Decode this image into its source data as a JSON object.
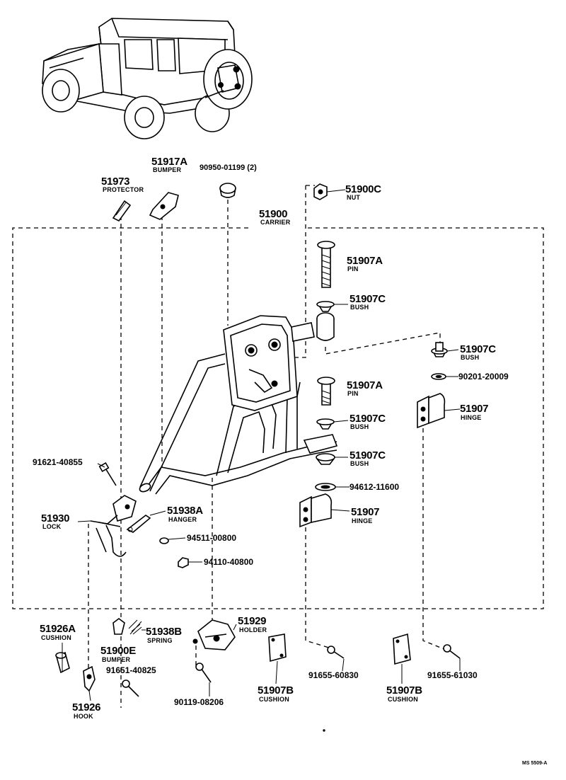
{
  "parts": [
    {
      "key": "p51900",
      "number": "51900",
      "name": "CARRIER"
    },
    {
      "key": "p51973",
      "number": "51973",
      "name": "PROTECTOR"
    },
    {
      "key": "p51917a",
      "number": "51917A",
      "name": "BUMPER"
    },
    {
      "key": "p90950",
      "number": "90950-01199 (2)",
      "name": ""
    },
    {
      "key": "p51900c",
      "number": "51900C",
      "name": "NUT"
    },
    {
      "key": "p51907a_top",
      "number": "51907A",
      "name": "PIN"
    },
    {
      "key": "p51907c_1",
      "number": "51907C",
      "name": "BUSH"
    },
    {
      "key": "p51907c_2",
      "number": "51907C",
      "name": "BUSH"
    },
    {
      "key": "p90201",
      "number": "90201-20009",
      "name": ""
    },
    {
      "key": "p51907a_mid",
      "number": "51907A",
      "name": "PIN"
    },
    {
      "key": "p51907_top",
      "number": "51907",
      "name": "HINGE"
    },
    {
      "key": "p51907c_3",
      "number": "51907C",
      "name": "BUSH"
    },
    {
      "key": "p51907c_4",
      "number": "51907C",
      "name": "BUSH"
    },
    {
      "key": "p94612",
      "number": "94612-11600",
      "name": ""
    },
    {
      "key": "p51907_low",
      "number": "51907",
      "name": "HINGE"
    },
    {
      "key": "p91621",
      "number": "91621-40855",
      "name": ""
    },
    {
      "key": "p51930",
      "number": "51930",
      "name": "LOCK"
    },
    {
      "key": "p51938a",
      "number": "51938A",
      "name": "HANGER"
    },
    {
      "key": "p94511",
      "number": "94511-00800",
      "name": ""
    },
    {
      "key": "p94110",
      "number": "94110-40800",
      "name": ""
    },
    {
      "key": "p51926a",
      "number": "51926A",
      "name": "CUSHION"
    },
    {
      "key": "p51938b",
      "number": "51938B",
      "name": "SPRING"
    },
    {
      "key": "p51900e",
      "number": "51900E",
      "name": "BUMPER"
    },
    {
      "key": "p91651",
      "number": "91651-40825",
      "name": ""
    },
    {
      "key": "p51926",
      "number": "51926",
      "name": "HOOK"
    },
    {
      "key": "p51929",
      "number": "51929",
      "name": "HOLDER"
    },
    {
      "key": "p90119",
      "number": "90119-08206",
      "name": ""
    },
    {
      "key": "p51907b_1",
      "number": "51907B",
      "name": "CUSHION"
    },
    {
      "key": "p91655_60830",
      "number": "91655-60830",
      "name": ""
    },
    {
      "key": "p51907b_2",
      "number": "51907B",
      "name": "CUSHION"
    },
    {
      "key": "p91655_61030",
      "number": "91655-61030",
      "name": ""
    }
  ],
  "figure_code": "MS 5509-A"
}
